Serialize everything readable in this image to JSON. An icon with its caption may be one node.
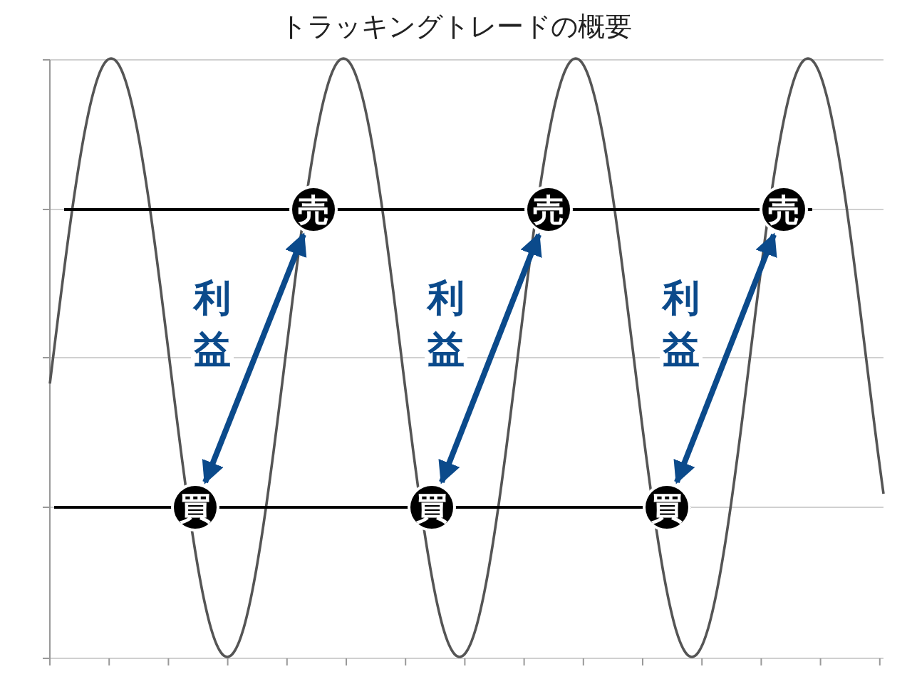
{
  "diagram": {
    "title": "トラッキングトレードの概要",
    "nodes": [
      {
        "text": [
          "売"
        ]
      },
      {
        "text": [
          "売"
        ]
      },
      {
        "text": [
          "売"
        ]
      },
      {
        "text": [
          "買"
        ]
      },
      {
        "text": [
          "買"
        ]
      },
      {
        "text": [
          "買"
        ]
      }
    ],
    "edges": [
      {
        "from": 3,
        "to": 0,
        "arrow": "both",
        "label": "利益",
        "color": "#0b4a8b"
      },
      {
        "from": 4,
        "to": 1,
        "arrow": "both",
        "label": "利益",
        "color": "#0b4a8b"
      },
      {
        "from": 5,
        "to": 2,
        "arrow": "both",
        "label": "利益",
        "color": "#0b4a8b"
      }
    ]
  }
}
